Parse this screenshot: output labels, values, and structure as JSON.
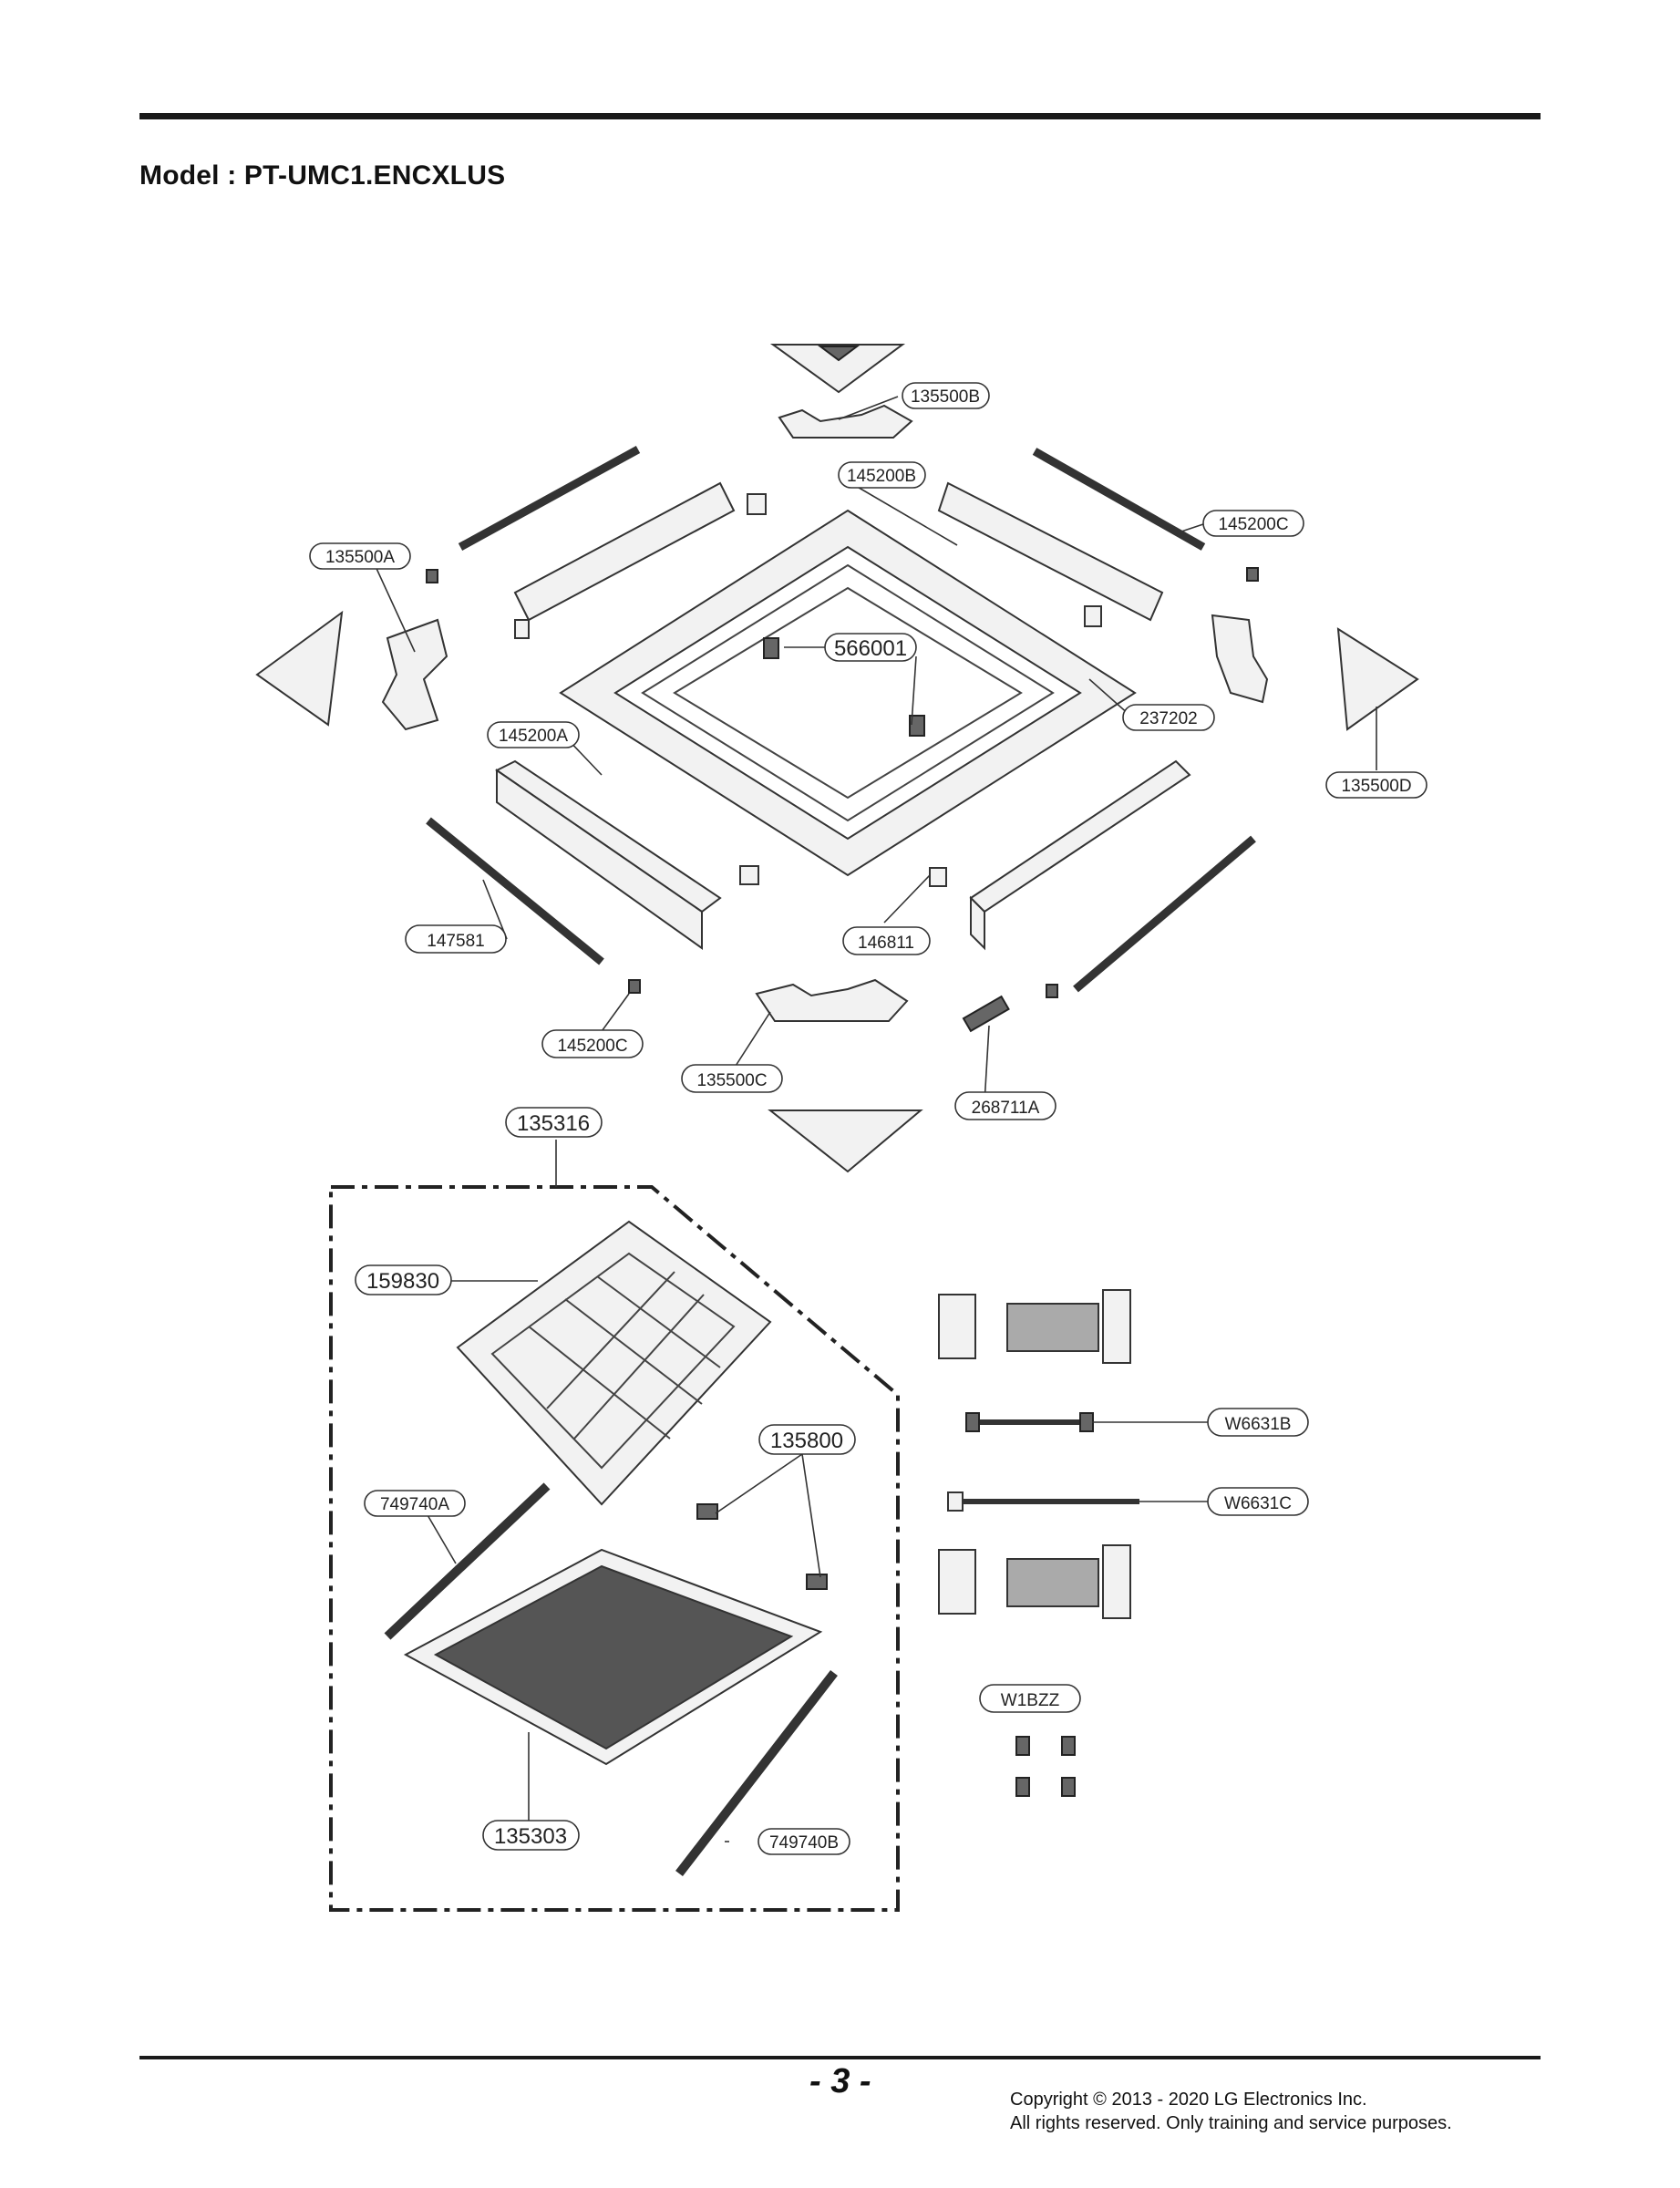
{
  "header": {
    "model_label": "Model : PT-UMC1.ENCXLUS"
  },
  "footer": {
    "page_number": "- 3 -",
    "copyright_line1": "Copyright © 2013 - 2020 LG Electronics Inc.",
    "copyright_line2": "All rights reserved. Only training and service purposes."
  },
  "diagram": {
    "part_labels": {
      "p135500B": "135500B",
      "p145200B": "145200B",
      "p145200C_top": "145200C",
      "p135500A": "135500A",
      "p566001": "566001",
      "p237202": "237202",
      "p145200A": "145200A",
      "p135500D": "135500D",
      "p147581": "147581",
      "p146811": "146811",
      "p145200C_bottom": "145200C",
      "p135500C": "135500C",
      "p268711A": "268711A",
      "p135316": "135316",
      "p159830": "159830",
      "p135800": "135800",
      "p749740A": "749740A",
      "p135303": "135303",
      "p749740B": "749740B",
      "pW6631B": "W6631B",
      "pW6631C": "W6631C",
      "pW1BZZ": "W1BZZ"
    }
  }
}
